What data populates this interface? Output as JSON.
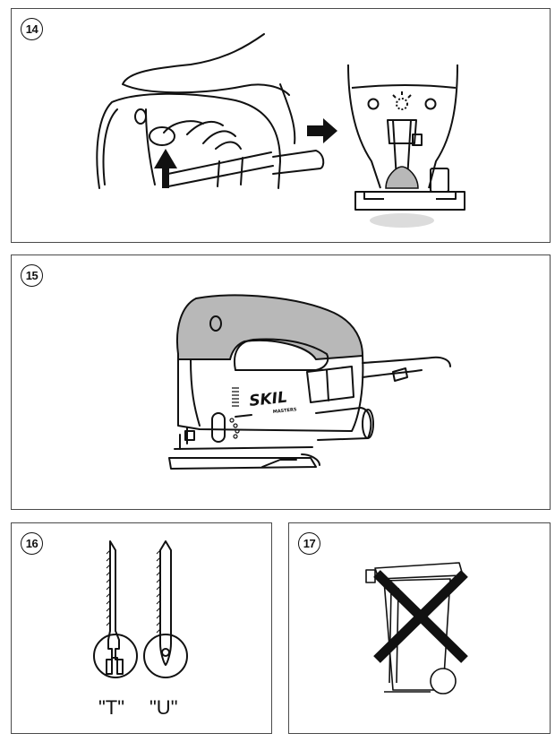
{
  "figures": [
    {
      "number": "14"
    },
    {
      "number": "15",
      "brand_logo": "SKIL",
      "brand_sub": "MASTERS"
    },
    {
      "number": "16",
      "blades": [
        {
          "label": "\"T\""
        },
        {
          "label": "\"U\""
        }
      ]
    },
    {
      "number": "17"
    }
  ],
  "colors": {
    "line": "#111111",
    "housing_gray": "#b8b8b8",
    "shadow": "#d6d6d6"
  }
}
